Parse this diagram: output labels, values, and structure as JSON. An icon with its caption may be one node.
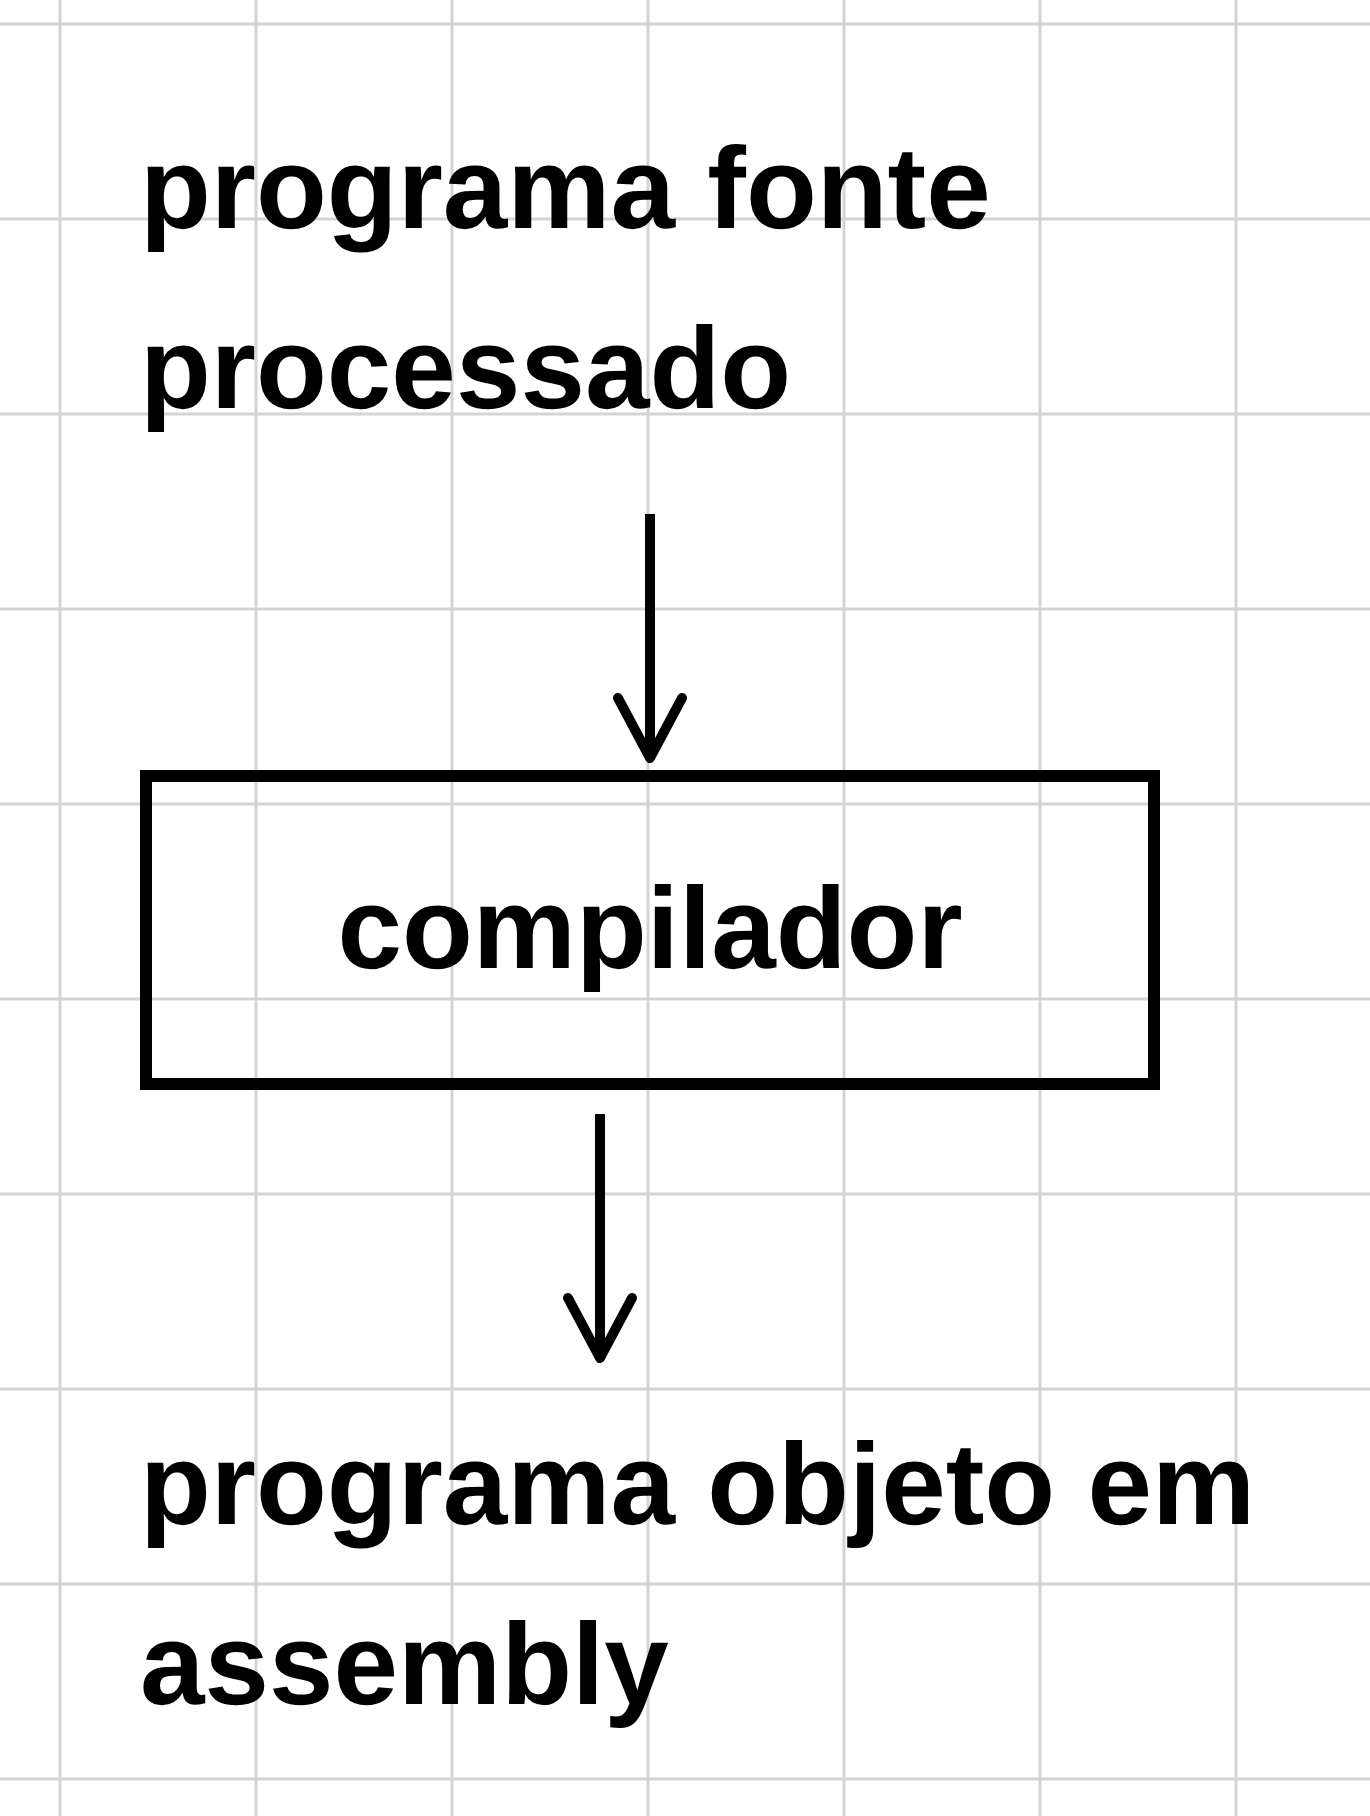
{
  "diagram": {
    "nodes": [
      {
        "text": [
          "programa fonte processado"
        ]
      },
      {
        "text": [
          "compilador"
        ]
      },
      {
        "text": [
          "programa objeto em assembly"
        ]
      }
    ],
    "edges": [
      {
        "from": 0,
        "to": 1,
        "arrow": "to"
      },
      {
        "from": 1,
        "to": 2,
        "arrow": "to"
      }
    ]
  }
}
